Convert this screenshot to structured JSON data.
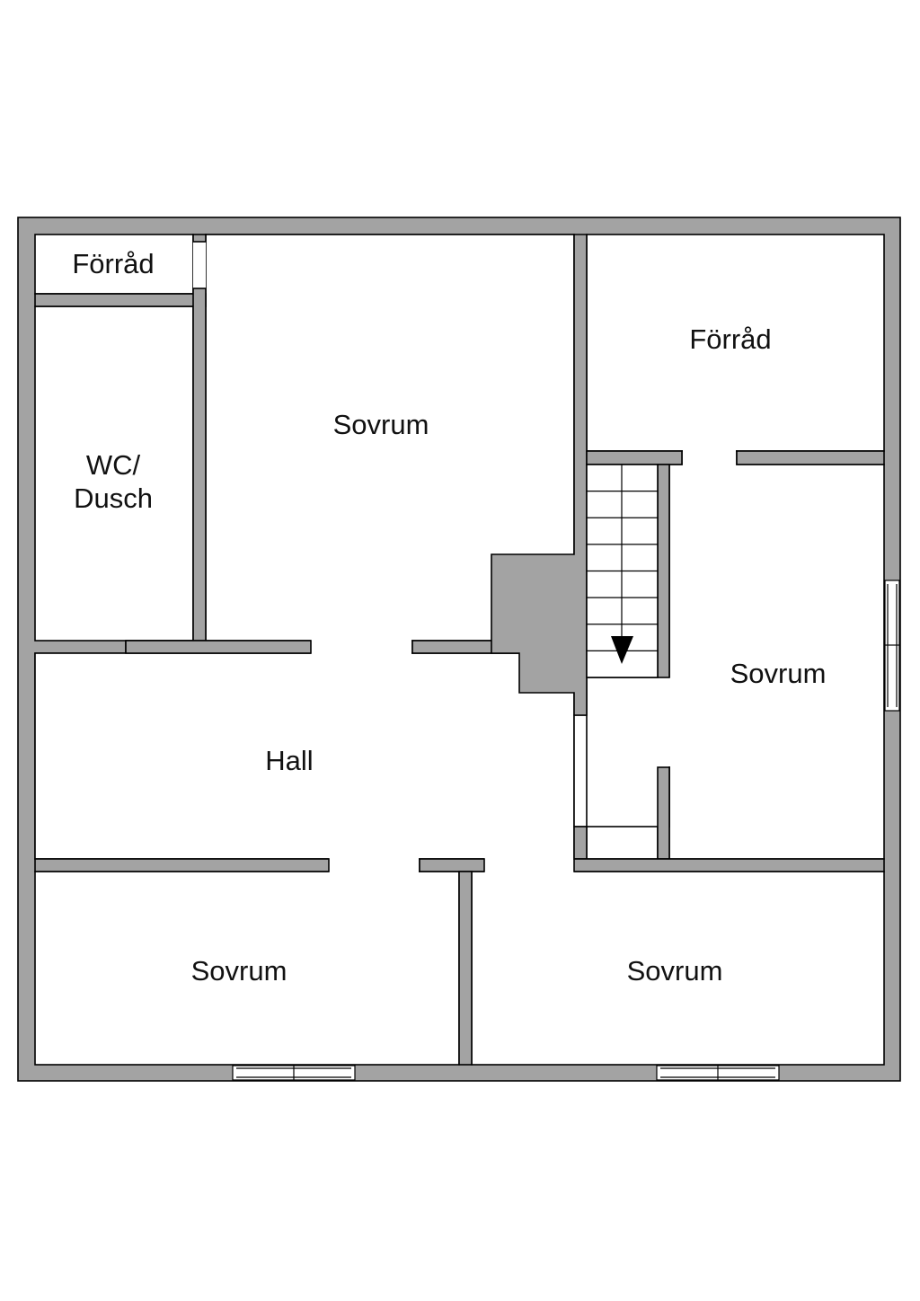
{
  "floor_plan": {
    "rooms": {
      "storage_small": "Förråd",
      "wc_line1": "WC/",
      "wc_line2": "Dusch",
      "bedroom_top": "Sovrum",
      "storage_right": "Förråd",
      "bedroom_right": "Sovrum",
      "hall": "Hall",
      "bedroom_bottom_left": "Sovrum",
      "bedroom_bottom_right": "Sovrum"
    },
    "colors": {
      "wall_fill": "#a3a3a3",
      "line": "#000000",
      "floor": "#ffffff"
    },
    "stair": {
      "direction": "down",
      "steps": 8
    },
    "windows": 3
  }
}
